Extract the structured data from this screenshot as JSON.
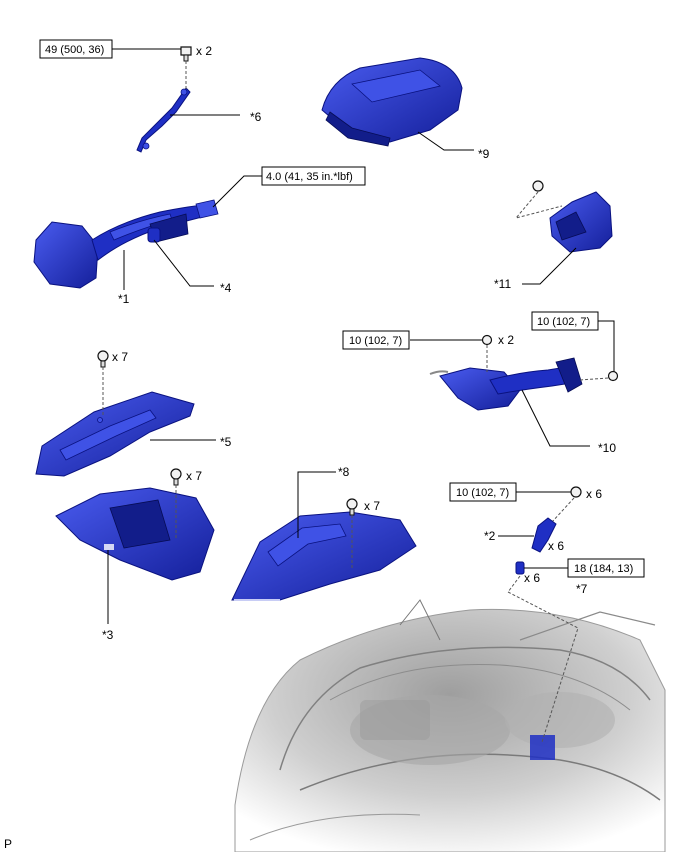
{
  "torque_boxes": {
    "t1": "49 (500, 36)",
    "t2": "4.0 (41, 35 in.*lbf)",
    "t3": "10 (102, 7)",
    "t4": "10 (102, 7)",
    "t5": "10 (102, 7)",
    "t6": "18 (184, 13)"
  },
  "quantities": {
    "q1": "x 2",
    "q2": "x 7",
    "q3": "x 7",
    "q4": "x 7",
    "q5": "x 2",
    "q6": "x 6",
    "q7": "x 6",
    "q8": "x 6"
  },
  "callouts": {
    "c1": "*1",
    "c2": "*2",
    "c3": "*3",
    "c4": "*4",
    "c5": "*5",
    "c6": "*6",
    "c7": "*7",
    "c8": "*8",
    "c9": "*9",
    "c10": "*10",
    "c11": "*11"
  },
  "corner_mark": "P",
  "colors": {
    "part": "#1f2fc4",
    "part_highlight": "#3f52e6",
    "vehicle": "#b8b8b8"
  }
}
